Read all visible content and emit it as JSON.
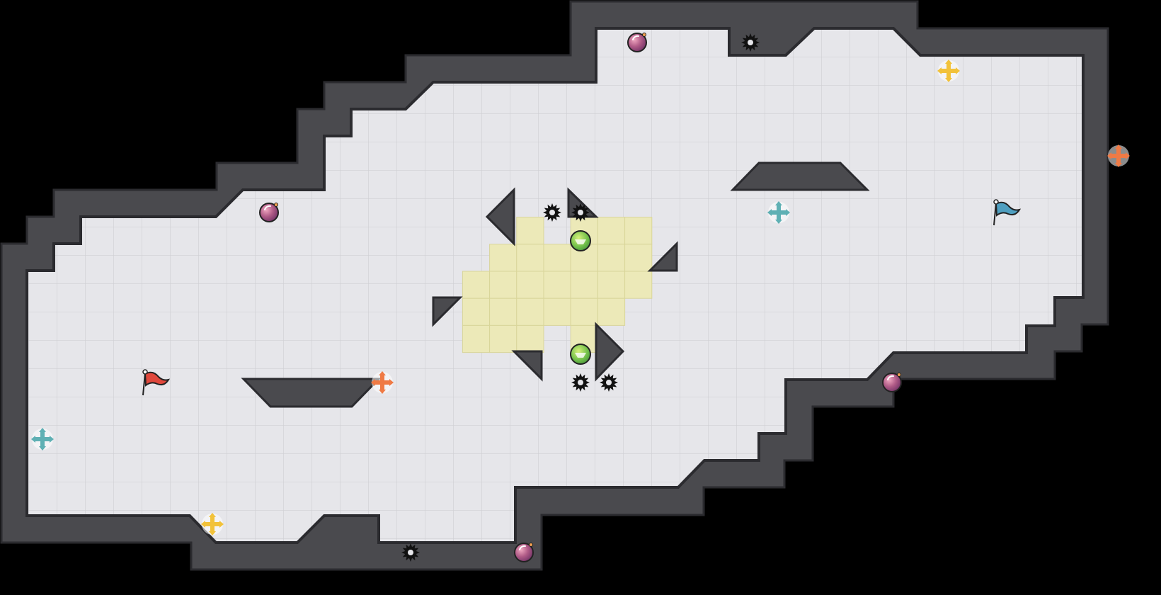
{
  "game": {
    "name": "arena-level",
    "colors": {
      "background": "#000000",
      "wall": "#4a4a4e",
      "wall_edge": "#2b2b2f",
      "floor": "#e6e6ea",
      "grid_line": "#cfcfd4",
      "zone": "#ece9b8",
      "zone_grid": "#d9d59a"
    },
    "flags": [
      {
        "team": "red",
        "color": "#e0483c",
        "icon": "flag-icon"
      },
      {
        "team": "blue",
        "color": "#4f9fc0",
        "icon": "flag-icon"
      }
    ],
    "powerups": [
      {
        "type": "speed",
        "color": "#f2c23a",
        "icon": "plus-arrows-icon"
      },
      {
        "type": "bomb",
        "color": "#ef7a45",
        "icon": "plus-arrows-icon"
      },
      {
        "type": "teleport",
        "color": "#5fb0b4",
        "icon": "plus-arrows-icon"
      }
    ],
    "items": {
      "orb": {
        "color": "#a0497a",
        "icon": "orb-icon"
      },
      "boost": {
        "color": "#6fbe4a",
        "icon": "boost-icon"
      },
      "spike": {
        "color": "#111111",
        "icon": "spike-icon"
      }
    }
  }
}
